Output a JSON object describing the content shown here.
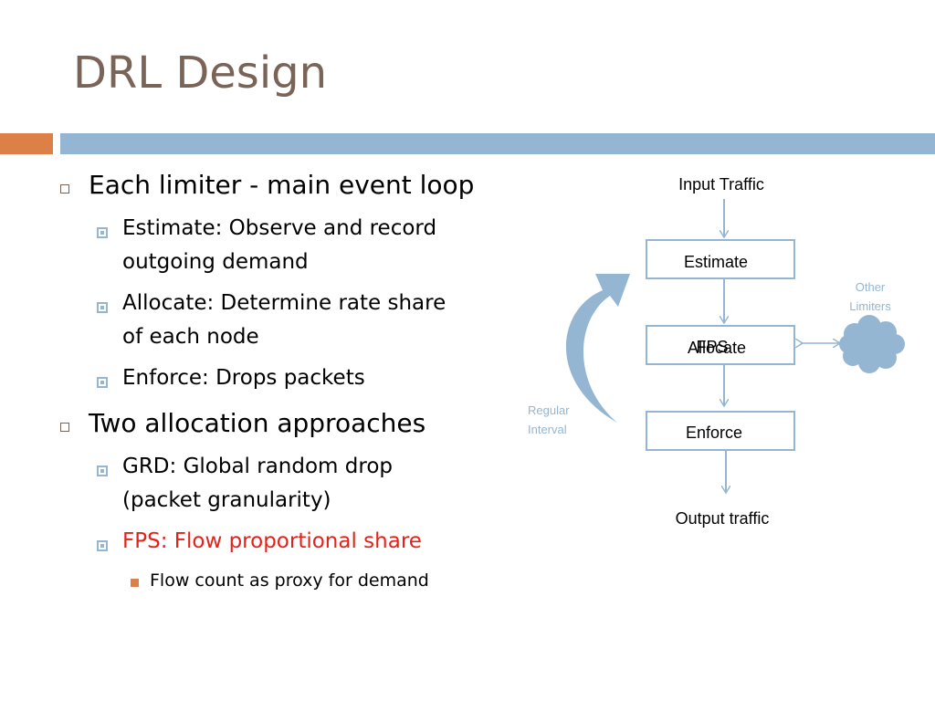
{
  "slide": {
    "title": "DRL Design"
  },
  "bullets": [
    {
      "text": "Each limiter - main event loop"
    },
    {
      "text": "Estimate: Observe and record"
    },
    {
      "text": "outgoing demand"
    },
    {
      "text": "Allocate: Determine rate share"
    },
    {
      "text": "of each node"
    },
    {
      "text": "Enforce: Drops packets"
    },
    {
      "text": "Two allocation approaches"
    },
    {
      "text": "GRD: Global random drop"
    },
    {
      "text": "(packet granularity)"
    },
    {
      "text": "FPS: Flow proportional share"
    },
    {
      "text": "Flow count as proxy for demand"
    }
  ],
  "diagram": {
    "input_label": "Input Traffic",
    "estimate_label": "Estimate",
    "allocate_label": "Allocate",
    "fps_label": "FPS",
    "enforce_label": "Enforce",
    "output_label": "Output traffic",
    "regular_interval": [
      "Regular",
      "Interval"
    ],
    "other_limiters": [
      "Other",
      "Limiters"
    ]
  },
  "colors": {
    "title": "#7a6457",
    "accent_orange": "#dd8047",
    "accent_blue": "#94b6d2",
    "highlight_red": "#e3231b"
  }
}
